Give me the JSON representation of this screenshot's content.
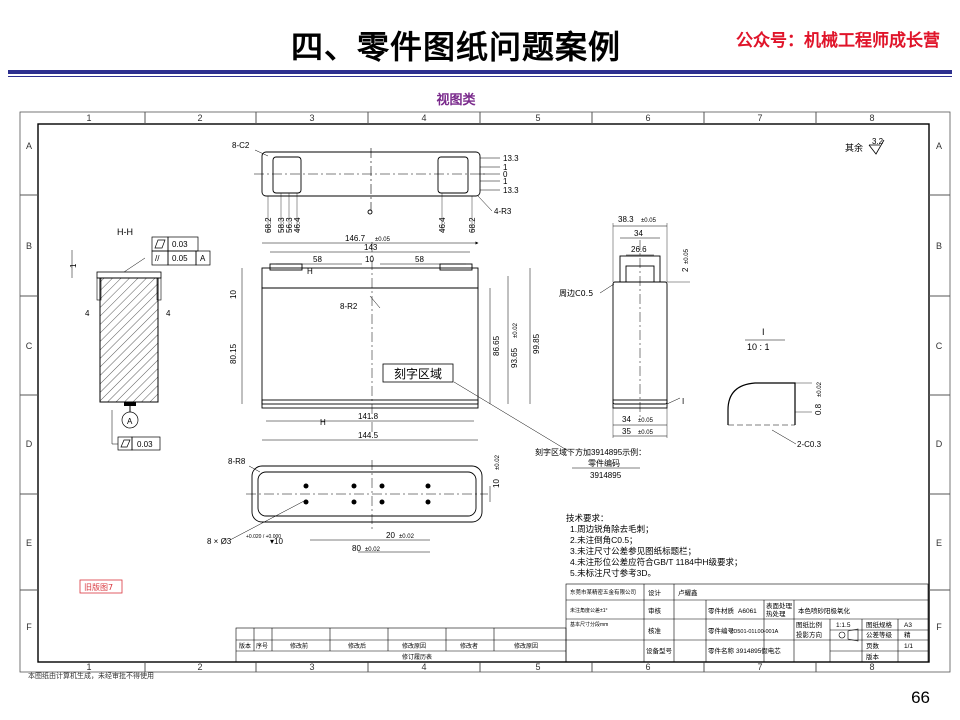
{
  "slide": {
    "title": "四、零件图纸问题案例",
    "wechat": "公众号：机械工程师成长营",
    "subtitle": "视图类",
    "page_number": "66"
  },
  "drawing": {
    "grid_cols": [
      "1",
      "2",
      "3",
      "4",
      "5",
      "6",
      "7",
      "8"
    ],
    "grid_rows": [
      "A",
      "B",
      "C",
      "D",
      "E",
      "F"
    ],
    "roughness_note": "其余",
    "roughness_value": "3.2",
    "top_view": {
      "corner_label": "8-C2",
      "right_dims": [
        "13.3",
        "1",
        "0",
        "1",
        "13.3"
      ],
      "bottom_dims": [
        "68.2",
        "58.3",
        "56.3",
        "46.4",
        "46.4",
        "68.2"
      ],
      "radius_label": "4-R3"
    },
    "section": {
      "title": "H-H",
      "flatness": "0.03",
      "parallel": "0.05",
      "datum": "A",
      "datum_label": "A",
      "bottom_flatness": "0.03",
      "dim_left": "4",
      "dim_right": "4",
      "dim_top": "1"
    },
    "front_view": {
      "dim_overall_top": "146.7",
      "dim_overall_top_tol": "±0.05",
      "dim_143": "143",
      "dim_58_left": "58",
      "dim_10": "10",
      "dim_58_right": "58",
      "radius": "8-R2",
      "dim_10_left": "10",
      "dim_80_15": "80.15",
      "dim_86_65": "86.65",
      "dim_93_65": "93.65",
      "dim_93_65_tol": "±0.02",
      "dim_99_85": "99.85",
      "engrave_area": "刻字区域",
      "dim_141_8": "141.8",
      "dim_144_5": "144.5",
      "section_mark": "H"
    },
    "side_view": {
      "dim_38_3": "38.3",
      "dim_38_3_tol": "±0.05",
      "dim_34": "34",
      "dim_26_6": "26.6",
      "dim_2": "2",
      "dim_2_tol": "±0.05",
      "chamfer_note": "周边C0.5",
      "dim_34_bottom": "34",
      "dim_34_bottom_tol": "±0.05",
      "dim_35": "35",
      "dim_35_tol": "±0.05",
      "detail_mark": "I"
    },
    "detail": {
      "label": "I",
      "scale": "10 : 1",
      "dim_0_8": "0.8",
      "dim_0_8_tol": "±0.02",
      "chamfer": "2-C0.3"
    },
    "bottom_view": {
      "radius": "8-R8",
      "holes": "8 × Ø3",
      "holes_tol": "+0.020 / +0.000",
      "hole_depth": "▾10",
      "dim_10": "10",
      "dim_10_tol": "±0.02",
      "dim_20": "20",
      "dim_20_tol": "±0.02",
      "dim_80": "80",
      "dim_80_tol": "±0.02"
    },
    "engrave_note": {
      "line1": "刻字区域下方加3914895示例：",
      "line2": "零件编码",
      "line3": "3914895"
    },
    "tech_req": {
      "title": "技术要求：",
      "items": [
        "1.周边锐角除去毛刺；",
        "2.未注倒角C0.5；",
        "3.未注尺寸公差参见图纸标题栏；",
        "4.未注形位公差应符合GB/T 1184中H级要求；",
        "5.未标注尺寸参考3D。"
      ]
    },
    "stamp": "旧版图7",
    "revision_table": {
      "headers": [
        "版本",
        "序号",
        "修改前",
        "修改后",
        "修改原因",
        "修改者",
        "修改原因"
      ],
      "caption": "修订履历表"
    },
    "title_block": {
      "company": "东莞市某精密五金有限公司",
      "design_label": "设计",
      "designer": "卢耀鑫",
      "review_label": "审核",
      "approve_label": "核准",
      "equip_label": "设备型号",
      "material_label": "零件材质",
      "material": "A6061",
      "part_no_label": "零件编号",
      "part_no": "ZD501-01L00-001A",
      "part_name_label": "零件名称",
      "part_name": "3914895假电芯",
      "surface_label": "表面处理",
      "heat_label": "热处理",
      "surface": "本色喷砂阳极氧化",
      "scale_label": "图纸比例",
      "scale": "1:1.5",
      "size_label": "图纸规格",
      "size": "A3",
      "proj_label": "投影方向",
      "grade_label": "公差等级",
      "grade": "精",
      "pages_label": "页数",
      "pages": "1/1",
      "version_label": "版本",
      "angle_note": "未注角度公差±1°",
      "size_tol_note": "基本尺寸分段mm"
    },
    "footer_note": "本图纸由计算机生成，未经审批不得使用"
  }
}
